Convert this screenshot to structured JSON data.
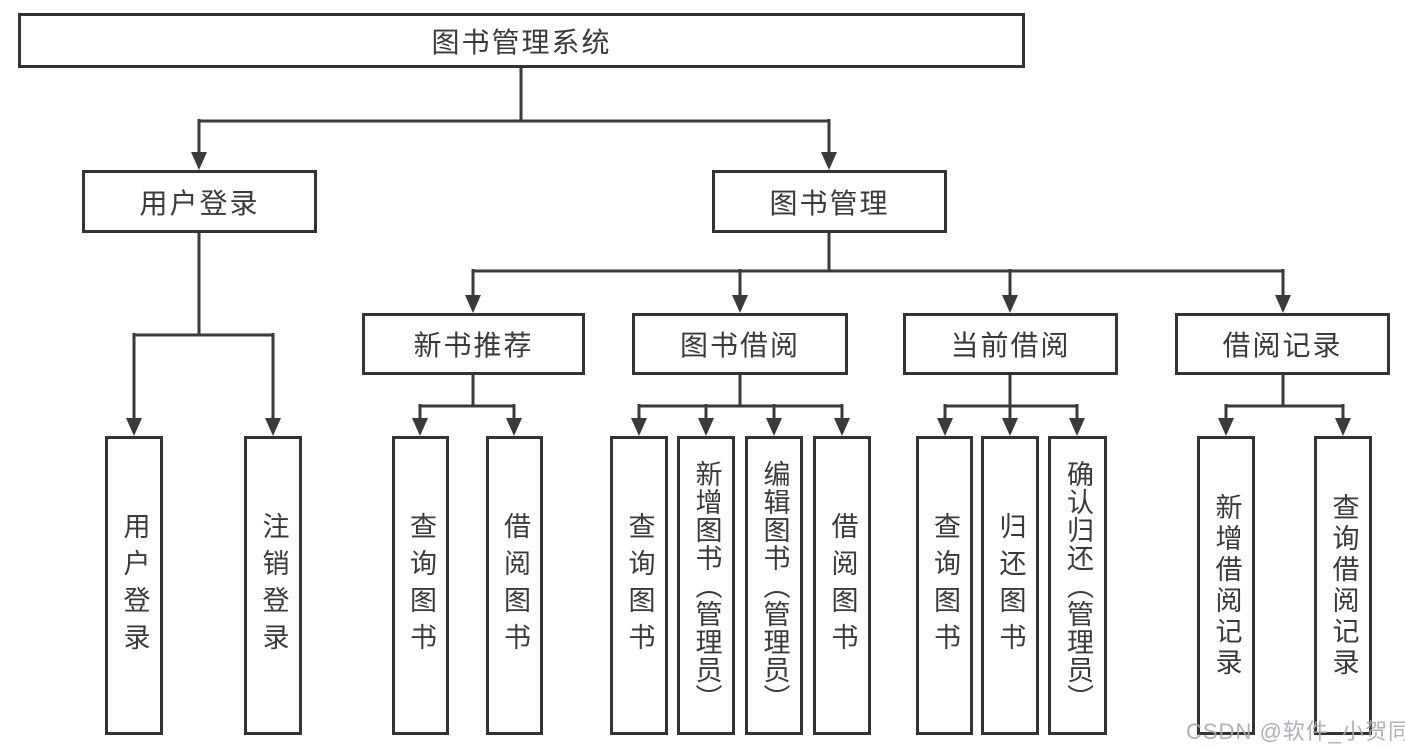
{
  "diagram": {
    "root": {
      "label": "图书管理系统",
      "children": [
        {
          "label": "用户登录",
          "children": [
            {
              "label": "用户登录"
            },
            {
              "label": "注销登录"
            }
          ]
        },
        {
          "label": "图书管理",
          "children": [
            {
              "label": "新书推荐",
              "children": [
                {
                  "label": "查询图书"
                },
                {
                  "label": "借阅图书"
                }
              ]
            },
            {
              "label": "图书借阅",
              "children": [
                {
                  "label": "查询图书"
                },
                {
                  "label": "新增图书（管理员）"
                },
                {
                  "label": "编辑图书（管理员）"
                },
                {
                  "label": "借阅图书"
                }
              ]
            },
            {
              "label": "当前借阅",
              "children": [
                {
                  "label": "查询图书"
                },
                {
                  "label": "归还图书"
                },
                {
                  "label": "确认归还（管理员）"
                }
              ]
            },
            {
              "label": "借阅记录",
              "children": [
                {
                  "label": "新增借阅记录"
                },
                {
                  "label": "查询借阅记录"
                }
              ]
            }
          ]
        }
      ]
    }
  },
  "colors": {
    "line": "#3a3a3a",
    "text": "#3a3a3a",
    "watermark": "#a2aab2"
  },
  "watermark": "CSDN @软件_小贺同学"
}
